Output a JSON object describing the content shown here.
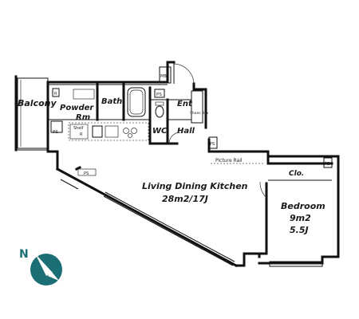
{
  "rooms": {
    "balcony": "Balcony",
    "powder_line1": "Powder",
    "powder_line2": "Rm",
    "bath": "Bath",
    "entrance": "Ent",
    "wc": "WC",
    "hall": "Hall",
    "ldk_name": "Living Dining Kitchen",
    "ldk_size": "28m2/17J",
    "closet": "Clo.",
    "bedroom_name": "Bedroom",
    "bedroom_m2": "9m2",
    "bedroom_j": "5.5J"
  },
  "labels": {
    "ps": "PS",
    "mb": "MB",
    "r": "R",
    "shelf": "Shelf",
    "shoes_box": "Shoes Box",
    "picture_rail": "Picture Rail"
  },
  "compass": {
    "label": "N",
    "color": "#1b6f74"
  }
}
